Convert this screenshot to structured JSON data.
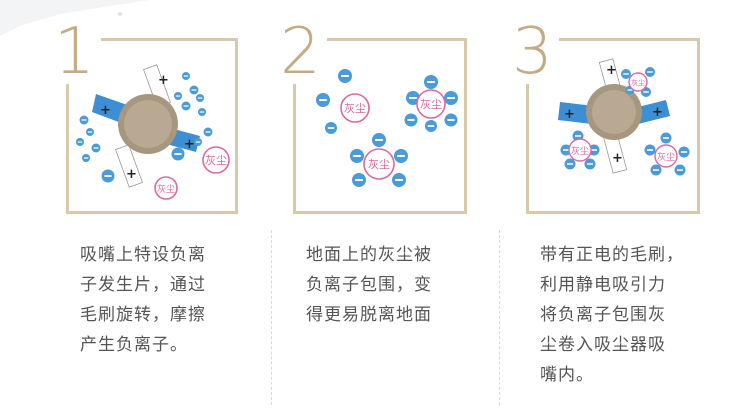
{
  "steps": [
    {
      "number": "1",
      "description": [
        "吸嘴上特设负离",
        "子发生片，通过",
        "毛刷旋转，摩擦",
        "产生负离子。"
      ],
      "dust_labels": [
        "灰尘",
        "灰尘"
      ]
    },
    {
      "number": "2",
      "description": [
        "地面上的灰尘被",
        "负离子包围，变",
        "得更易脱离地面"
      ],
      "dust_labels": [
        "灰尘",
        "灰尘",
        "灰尘"
      ]
    },
    {
      "number": "3",
      "description": [
        "带有正电的毛刷，",
        "利用静电吸引力",
        "将负离子包围灰",
        "尘卷入吸尘器吸",
        "嘴内。"
      ],
      "dust_labels": [
        "灰尘",
        "灰尘",
        "灰尘"
      ]
    }
  ],
  "icons": {
    "negative_ion": "minus-ion-icon",
    "positive_charge": "plus-charge-icon"
  },
  "colors": {
    "frame": "#d8c9a8",
    "number": "#c4ab83",
    "ion_blue": "#4a9bd8",
    "dust_pink": "#d86aa2",
    "brush_gray": "#a8977f"
  },
  "ion_sign": "−",
  "plus_sign": "+"
}
